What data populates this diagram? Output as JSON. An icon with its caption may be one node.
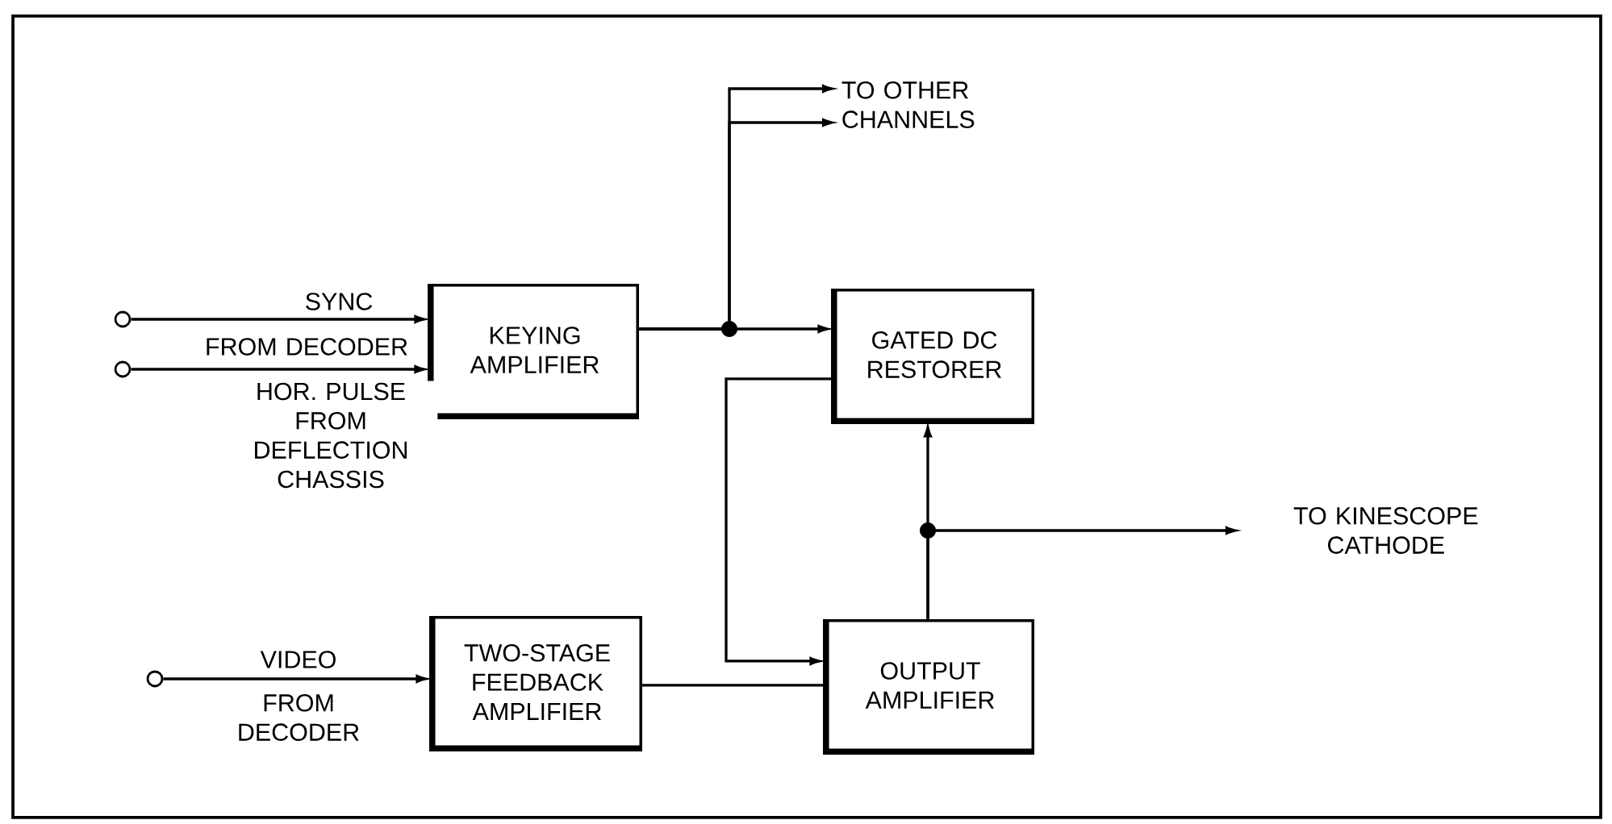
{
  "diagram": {
    "nodes": [
      {
        "text": [
          "KEYING AMPLIFIER"
        ]
      },
      {
        "text": [
          "GATED DC RESTORER"
        ]
      },
      {
        "text": [
          "TWO-STAGE FEEDBACK AMPLIFIER"
        ]
      },
      {
        "text": [
          "OUTPUT AMPLIFIER"
        ]
      },
      {
        "text": [],
        "shape": "circle"
      },
      {
        "text": [],
        "shape": "circle"
      },
      {
        "text": [],
        "shape": "circle"
      },
      {
        "text": [
          "TO OTHER CHANNELS"
        ]
      },
      {
        "text": [
          "TO KINESCOPE CATHODE"
        ]
      }
    ],
    "edges": [
      {
        "from": 4,
        "to": 0,
        "arrow": "to",
        "label": "SYNC"
      },
      {
        "from": 5,
        "to": 0,
        "arrow": "to",
        "label": "HOR. PULSE FROM DEFLECTION CHASSIS"
      },
      {
        "from": 6,
        "to": 2,
        "arrow": "to",
        "label": "VIDEO"
      },
      {
        "from": 0,
        "to": 1,
        "arrow": "to"
      },
      {
        "from": 0,
        "to": 7,
        "arrow": "to"
      },
      {
        "from": 0,
        "to": 7,
        "arrow": "to"
      },
      {
        "from": 1,
        "to": 3,
        "arrow": "to"
      },
      {
        "from": 2,
        "to": 3,
        "arrow": "none"
      },
      {
        "from": 3,
        "to": 1,
        "arrow": "to"
      },
      {
        "from": 3,
        "to": 8,
        "arrow": "to"
      }
    ],
    "labels": [
      "FROM DECODER",
      "FROM DECODER"
    ]
  }
}
